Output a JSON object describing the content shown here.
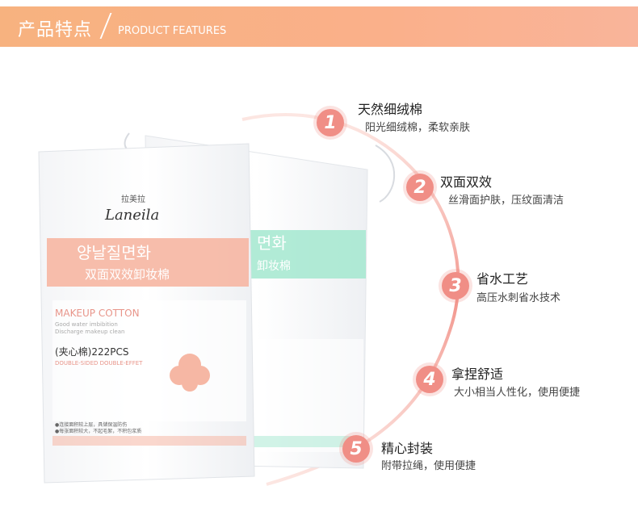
{
  "header": {
    "title_cn": "产品特点",
    "title_en": "PRODUCT FEATURES"
  },
  "colors": {
    "header": "#f7b27f",
    "accent": "#f08e86",
    "pink_band": "#f6b7a4",
    "mint_band": "#a3e8cf"
  },
  "product": {
    "brand": "Laneila",
    "brand_cn": "拉美拉",
    "korean": "양날질면화",
    "korean_back": "면화",
    "name_cn": "双面双效卸妆棉",
    "name_cn_back": "卸妆棉",
    "name_en": "MAKEUP COTTON",
    "line1": "Good water imbibition",
    "line2": "Discharge makeup clean",
    "count": "(夹心棉)222PCS",
    "double": "DOUBLE-SIDED DOUBLE-EFFET",
    "note1": "●连接面积较上层，具储保温防伤",
    "note2": "●每张面积较大，不起毛絮，不积包浆质"
  },
  "features": [
    {
      "num": "1",
      "title": "天然细绒棉",
      "desc": "阳光细绒棉，柔软亲肤"
    },
    {
      "num": "2",
      "title": "双面双效",
      "desc": "丝滑面护肤，压纹面清洁"
    },
    {
      "num": "3",
      "title": "省水工艺",
      "desc": "高压水刺省水技术"
    },
    {
      "num": "4",
      "title": "拿捏舒适",
      "desc": "大小相当人性化，使用便捷"
    },
    {
      "num": "5",
      "title": "精心封装",
      "desc": "附带拉绳，使用便捷"
    }
  ]
}
